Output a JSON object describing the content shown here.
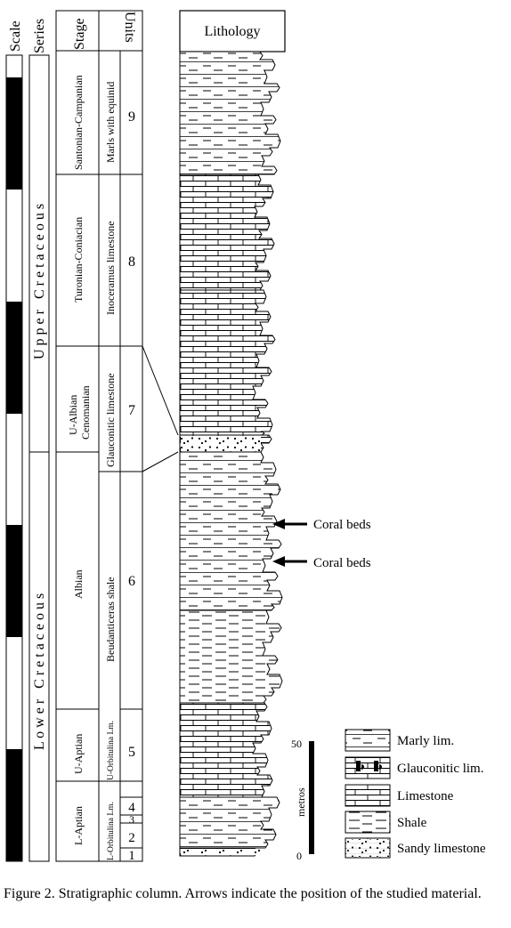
{
  "headers": {
    "scale": "Scale",
    "series": "Series",
    "stage": "Stage",
    "units": "Units",
    "lithology": "Lithology"
  },
  "series": [
    {
      "label": "U p p e r   C r e t a c e o u s"
    },
    {
      "label": "L o w e r   C r e t a c e o u s"
    }
  ],
  "stages": [
    {
      "label": "Santonian-Campanian",
      "lines": []
    },
    {
      "label": "Turonian-Coniacian",
      "lines": []
    },
    {
      "label": "",
      "lines": [
        "U-Albian",
        "Cenomanian"
      ]
    },
    {
      "label": "Albian",
      "lines": []
    },
    {
      "label": "U-Aptian",
      "lines": []
    },
    {
      "label": "L-Aptian",
      "lines": []
    }
  ],
  "unit_names": [
    {
      "label": "Marls with equinid"
    },
    {
      "label": "Inoceramus limestone"
    },
    {
      "label": "Glauconitic limestone"
    },
    {
      "label": "Beudanticeras shale"
    },
    {
      "label": "U-Orbitulina Lm."
    },
    {
      "label": "L-Orbitulina Lm."
    }
  ],
  "unit_numbers": [
    "9",
    "8",
    "7",
    "6",
    "5",
    "4",
    "3",
    "2",
    "1"
  ],
  "annotations": [
    {
      "label": "Coral beds"
    },
    {
      "label": "Coral beds"
    }
  ],
  "scale_bar": {
    "top": "50",
    "bottom": "0",
    "unit": "metros"
  },
  "legend": [
    {
      "label": "Marly lim.",
      "pattern": "marly"
    },
    {
      "label": "Glauconitic lim.",
      "pattern": "glauc"
    },
    {
      "label": "Limestone",
      "pattern": "lime"
    },
    {
      "label": "Shale",
      "pattern": "shale"
    },
    {
      "label": "Sandy limestone",
      "pattern": "sandy"
    }
  ],
  "caption": "Figure 2. Stratigraphic column. Arrows indicate the position of the studied material."
}
